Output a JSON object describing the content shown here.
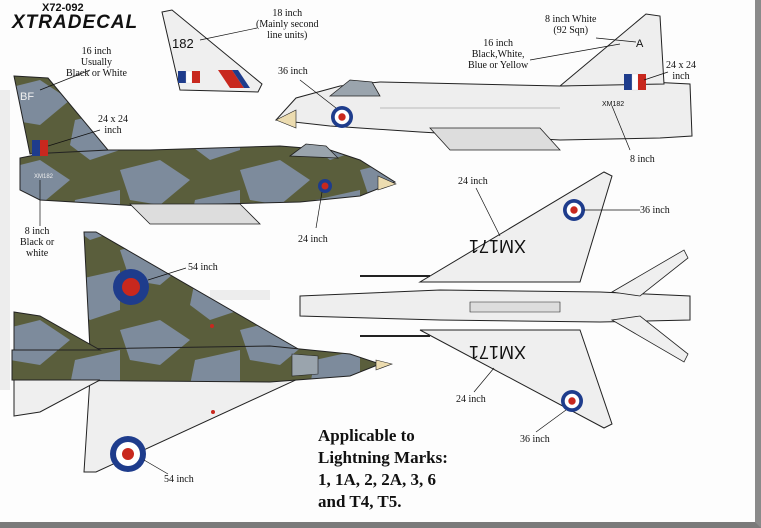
{
  "brand": {
    "code": "X72-092",
    "name": "XTRADECAL"
  },
  "aircraft_markings": {
    "fin_code": "182",
    "fin_letter": "A",
    "squadron_code": "BF",
    "serial_side": "XM182",
    "serial_wing": "XM171"
  },
  "callouts": [
    {
      "id": "fin-code-size",
      "lines": [
        "18 inch",
        "(Mainly second",
        "line units)"
      ]
    },
    {
      "id": "fin-letter-size",
      "lines": [
        "8 inch White",
        "(92 Sqn)"
      ]
    },
    {
      "id": "squadron-code-size",
      "lines": [
        "16 inch",
        "Usually",
        "Black or White"
      ]
    },
    {
      "id": "fin-letter-colours",
      "lines": [
        "16 inch",
        "Black,White,",
        "Blue or Yellow"
      ]
    },
    {
      "id": "nose-roundel-upper",
      "lines": [
        "36 inch"
      ]
    },
    {
      "id": "fin-flash-right",
      "lines": [
        "24 x 24",
        "inch"
      ]
    },
    {
      "id": "fin-flash-left",
      "lines": [
        "24 x 24",
        "inch"
      ]
    },
    {
      "id": "serial-size-right",
      "lines": [
        "8 inch"
      ]
    },
    {
      "id": "serial-size-left",
      "lines": [
        "8 inch",
        "Black or",
        "white"
      ]
    },
    {
      "id": "nose-roundel-lower",
      "lines": [
        "24 inch"
      ]
    },
    {
      "id": "underwing-serial-top",
      "lines": [
        "24 inch"
      ]
    },
    {
      "id": "underwing-roundel-top",
      "lines": [
        "36 inch"
      ]
    },
    {
      "id": "upper-wing-roundel-top",
      "lines": [
        "54 inch"
      ]
    },
    {
      "id": "underwing-serial-bottom",
      "lines": [
        "24 inch"
      ]
    },
    {
      "id": "underwing-roundel-bottom",
      "lines": [
        "36 inch"
      ]
    },
    {
      "id": "upper-wing-roundel-bottom",
      "lines": [
        "54 inch"
      ]
    }
  ],
  "applicability": {
    "lines": [
      "Applicable to",
      "Lightning Marks:",
      "1, 1A, 2, 2A, 3, 6",
      "and T4, T5."
    ]
  },
  "colors": {
    "camo_green": "#5a5e3c",
    "camo_grey": "#7d8b9c",
    "aircraft_silver": "#eeeeee",
    "roundel_red": "#c8281e",
    "roundel_blue": "#1e3c8c",
    "radome_cream": "#ecdcb0"
  }
}
